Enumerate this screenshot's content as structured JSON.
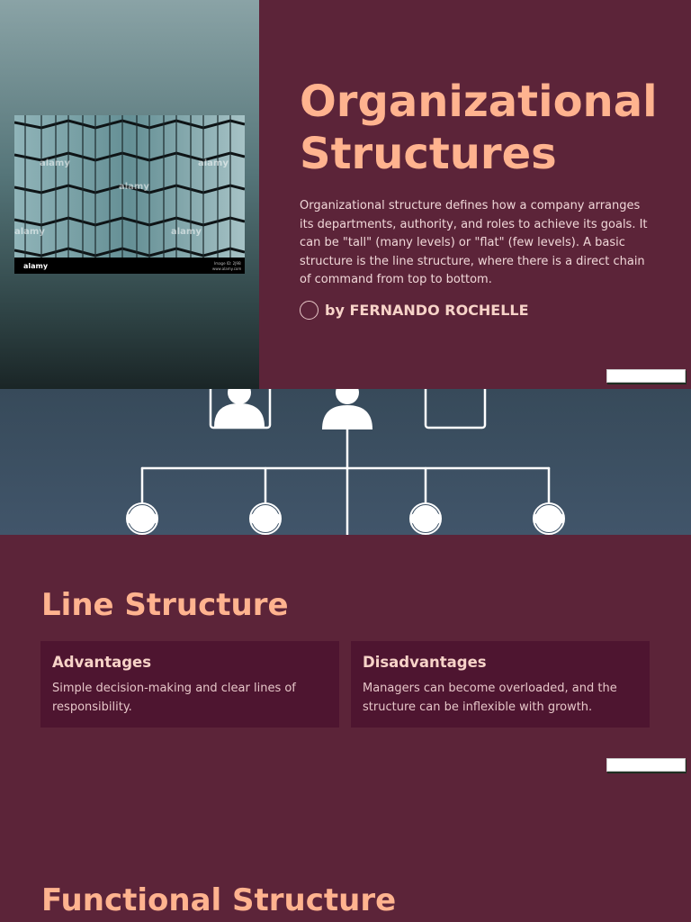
{
  "hero": {
    "title": "Organizational Structures",
    "description": "Organizational structure defines how a company arranges its departments, authority, and roles to achieve its goals. It can be \"tall\" (many levels) or \"flat\" (few levels). A basic structure is the line structure, where there is a direct chain of command from top to bottom.",
    "author": "by FERNANDO ROCHELLE",
    "photo": {
      "watermark": "alamy",
      "footer_brand": "alamy",
      "footer_id": "Image ID: 2J9B",
      "footer_url": "www.alamy.com"
    }
  },
  "line_structure": {
    "title": "Line Structure",
    "cards": [
      {
        "title": "Advantages",
        "text": "Simple decision-making and clear lines of responsibility."
      },
      {
        "title": "Disadvantages",
        "text": "Managers can become overloaded, and the structure can be inflexible with growth."
      }
    ]
  },
  "functional_structure": {
    "title": "Functional Structure"
  },
  "colors": {
    "background": "#5c2439",
    "accent": "#ffb38f",
    "card": "#4e1530",
    "org_band": "#3e5163"
  },
  "icons": [
    "person-icon",
    "building-photo"
  ]
}
